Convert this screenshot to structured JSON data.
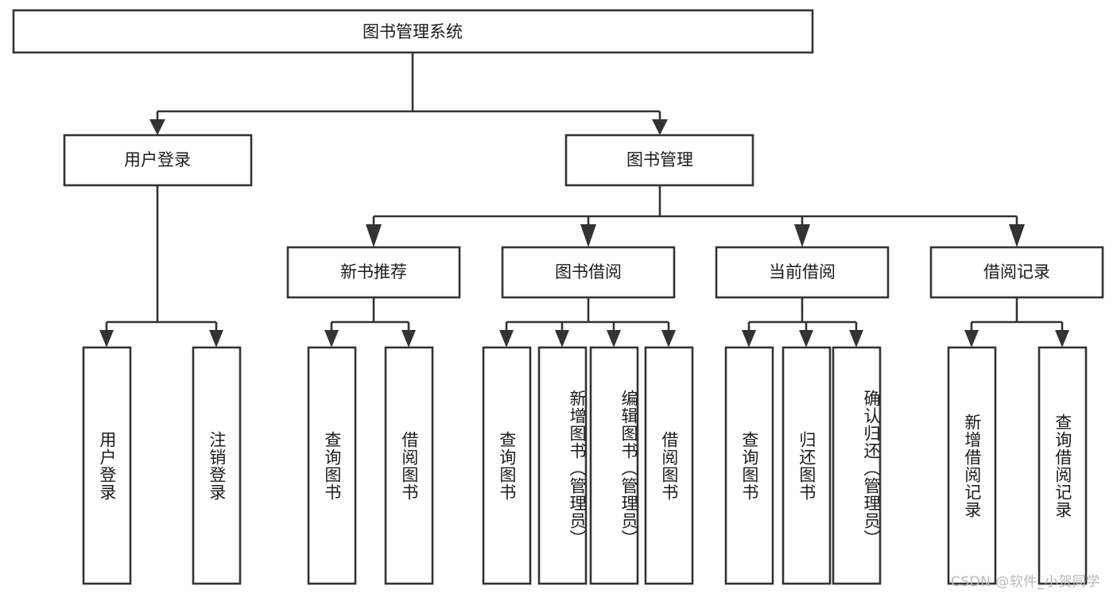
{
  "diagram": {
    "type": "tree-hierarchy",
    "title": "图书管理系统",
    "watermark": "CSDN @软件_小贺同学",
    "colors": {
      "stroke": "#333333",
      "fill": "#ffffff",
      "text": "#1b1b1b",
      "watermark": "#b9b9b9",
      "background": "#ffffff"
    },
    "levels": {
      "root": {
        "label": "图书管理系统"
      },
      "level2": [
        {
          "label": "用户登录"
        },
        {
          "label": "图书管理"
        }
      ],
      "level3": [
        {
          "label": "新书推荐"
        },
        {
          "label": "图书借阅"
        },
        {
          "label": "当前借阅"
        },
        {
          "label": "借阅记录"
        }
      ],
      "leaves": {
        "user_login": [
          {
            "label": "用户登录"
          },
          {
            "label": "注销登录"
          }
        ],
        "new_book_recommend": [
          {
            "label": "查询图书"
          },
          {
            "label": "借阅图书"
          }
        ],
        "book_borrow": [
          {
            "label": "查询图书"
          },
          {
            "label": "新增图书（管理员）"
          },
          {
            "label": "编辑图书（管理员）"
          },
          {
            "label": "借阅图书"
          }
        ],
        "current_borrow": [
          {
            "label": "查询图书"
          },
          {
            "label": "归还图书"
          },
          {
            "label": "确认归还（管理员）"
          }
        ],
        "borrow_record": [
          {
            "label": "新增借阅记录"
          },
          {
            "label": "查询借阅记录"
          }
        ]
      }
    },
    "edges": [
      {
        "from": "图书管理系统",
        "to": "用户登录"
      },
      {
        "from": "图书管理系统",
        "to": "图书管理"
      },
      {
        "from": "图书管理",
        "to": "新书推荐"
      },
      {
        "from": "图书管理",
        "to": "图书借阅"
      },
      {
        "from": "图书管理",
        "to": "当前借阅"
      },
      {
        "from": "图书管理",
        "to": "借阅记录"
      },
      {
        "from": "用户登录",
        "to": "用户登录"
      },
      {
        "from": "用户登录",
        "to": "注销登录"
      },
      {
        "from": "新书推荐",
        "to": "查询图书"
      },
      {
        "from": "新书推荐",
        "to": "借阅图书"
      },
      {
        "from": "图书借阅",
        "to": "查询图书"
      },
      {
        "from": "图书借阅",
        "to": "新增图书（管理员）"
      },
      {
        "from": "图书借阅",
        "to": "编辑图书（管理员）"
      },
      {
        "from": "图书借阅",
        "to": "借阅图书"
      },
      {
        "from": "当前借阅",
        "to": "查询图书"
      },
      {
        "from": "当前借阅",
        "to": "归还图书"
      },
      {
        "from": "当前借阅",
        "to": "确认归还（管理员）"
      },
      {
        "from": "借阅记录",
        "to": "新增借阅记录"
      },
      {
        "from": "借阅记录",
        "to": "查询借阅记录"
      }
    ]
  }
}
